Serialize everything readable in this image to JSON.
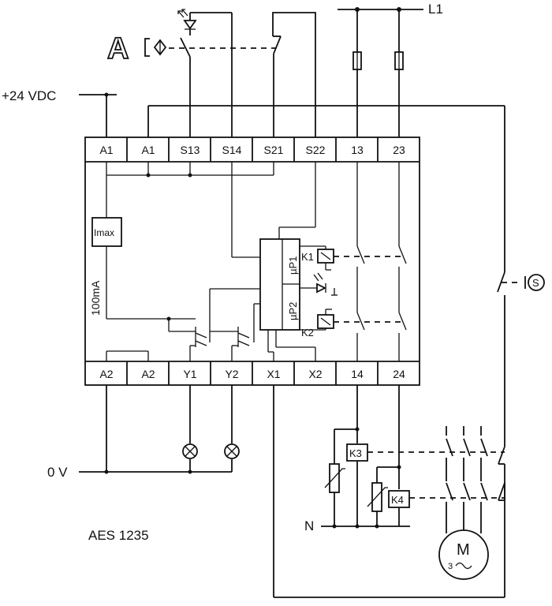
{
  "supply": {
    "plus": "+24 VDC",
    "zero": "0 V",
    "line": "L1",
    "neutral": "N"
  },
  "model": "AES 1235",
  "top_terminals": [
    "A1",
    "A1",
    "S13",
    "S14",
    "S21",
    "S22",
    "13",
    "23"
  ],
  "bottom_terminals": [
    "A2",
    "A2",
    "Y1",
    "Y2",
    "X1",
    "X2",
    "14",
    "24"
  ],
  "internal": {
    "current_limiter": "Imax",
    "current_value": "100mA",
    "uP1": "µP1",
    "uP2": "µP2",
    "k1": "K1",
    "k2": "K2"
  },
  "external": {
    "k3": "K3",
    "k4": "K4",
    "motor": "M",
    "motor_phase": "3",
    "start": "S",
    "actuator": "A"
  },
  "icons": [
    "led-icon",
    "lamp-icon",
    "transistor-icon",
    "relay-coil-icon",
    "fuse-icon",
    "varistor-icon",
    "motor-icon",
    "switch-icon"
  ]
}
